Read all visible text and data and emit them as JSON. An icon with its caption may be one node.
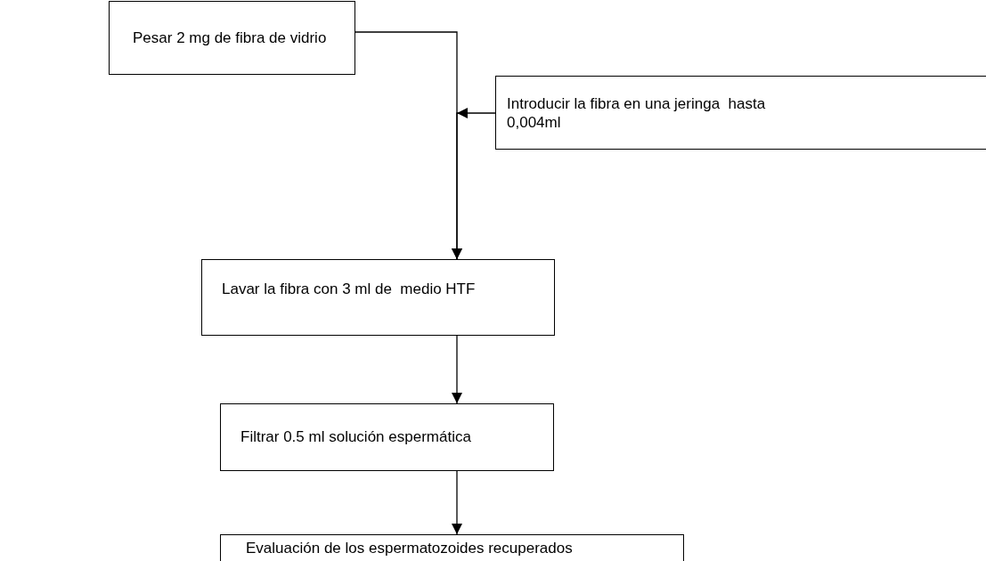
{
  "diagram": {
    "nodes": [
      {
        "text": [
          "Pesar 2 mg de fibra de vidrio"
        ]
      },
      {
        "text": [
          "Introducir la fibra en una jeringa  hasta 0,004ml"
        ]
      },
      {
        "text": [
          "Lavar la fibra con 3 ml de  medio HTF"
        ]
      },
      {
        "text": [
          "Filtrar 0.5 ml solución espermática"
        ]
      },
      {
        "text": [
          "Evaluación de los espermatozoides recuperados"
        ]
      }
    ],
    "edges": [
      {
        "from": 0,
        "to": 2,
        "arrow": "to"
      },
      {
        "from": 1,
        "to": 2,
        "arrow": "to"
      },
      {
        "from": 2,
        "to": 3,
        "arrow": "to"
      },
      {
        "from": 3,
        "to": 4,
        "arrow": "to"
      }
    ]
  }
}
